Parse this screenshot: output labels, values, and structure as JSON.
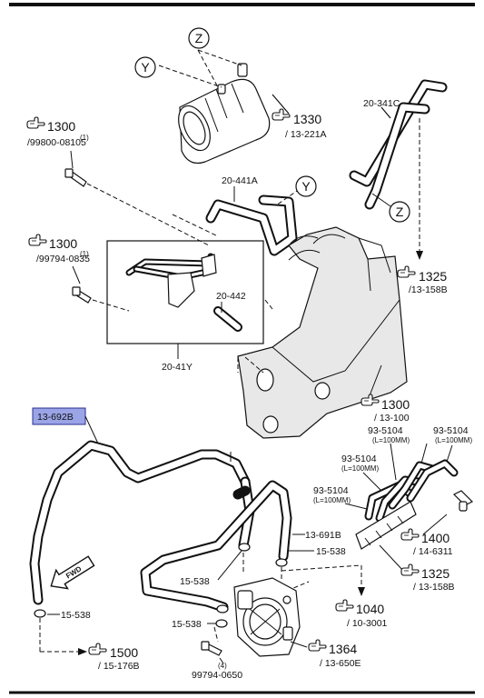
{
  "refs": {
    "r1300_a": "1300",
    "r1300_a_sub": "/99800-08105",
    "r1300_a_qty": "(1)",
    "r1330": "1330",
    "r1330_sub": "/ 13-221A",
    "p20_341C": "20-341C",
    "r1300_b": "1300",
    "r1300_b_sub": "/99794-0835",
    "r1300_b_qty": "(1)",
    "p20_441A": "20-441A",
    "p20_442": "20-442",
    "p20_41Y": "20-41Y",
    "r1325_a": "1325",
    "r1325_a_sub": "/13-158B",
    "r1300_c": "1300",
    "r1300_c_sub": "/ 13-100",
    "p13_692B": "13-692B",
    "p93_5104_a": "93-5104",
    "p93_5104_a_note": "(L=100MM)",
    "p93_5104_b": "93-5104",
    "p93_5104_b_note": "(L=100MM)",
    "p93_5104_c": "93-5104",
    "p93_5104_c_note": "(L=100MM)",
    "p93_5104_d": "93-5104",
    "p93_5104_d_note": "(L=100MM)",
    "p13_691B": "13-691B",
    "p15_538_a": "15-538",
    "p15_538_b": "15-538",
    "p15_538_c": "15-538",
    "p15_538_d": "15-538",
    "r1400": "1400",
    "r1400_sub": "/ 14-6311",
    "r1325_b": "1325",
    "r1325_b_sub": "/ 13-158B",
    "r1040": "1040",
    "r1040_sub": "/ 10-3001",
    "r1364": "1364",
    "r1364_sub": "/ 13-650E",
    "r1500": "1500",
    "r1500_sub": "/ 15-176B",
    "bolt_qty": "(4)",
    "bolt_part": "99794-0650",
    "fwd": "FWD"
  },
  "markers": {
    "z": "Z",
    "y": "Y"
  },
  "colors": {
    "highlight_fill": "#9aa4e6",
    "highlight_stroke": "#2b2f8f",
    "line": "#111111"
  },
  "icons": {
    "reference": "pointing-hand-icon",
    "forward": "fwd-arrow-icon"
  }
}
